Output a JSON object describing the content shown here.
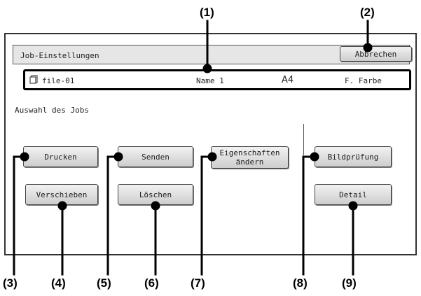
{
  "callouts": [
    "(1)",
    "(2)",
    "(3)",
    "(4)",
    "(5)",
    "(6)",
    "(7)",
    "(8)",
    "(9)"
  ],
  "screen": {
    "title": "Job-Einstellungen",
    "cancel_label": "Abbrechen",
    "job": {
      "icon": "document-stack-icon",
      "name": "file-01",
      "user": "Name 1",
      "paper": "A4",
      "color_mode": "F. Farbe"
    },
    "section_label": "Auswahl des Jobs",
    "buttons": {
      "print": "Drucken",
      "move": "Verschieben",
      "send": "Senden",
      "delete": "Löschen",
      "change_properties": "Eigenschaften ändern",
      "image_check": "Bildprüfung",
      "detail": "Detail"
    }
  }
}
